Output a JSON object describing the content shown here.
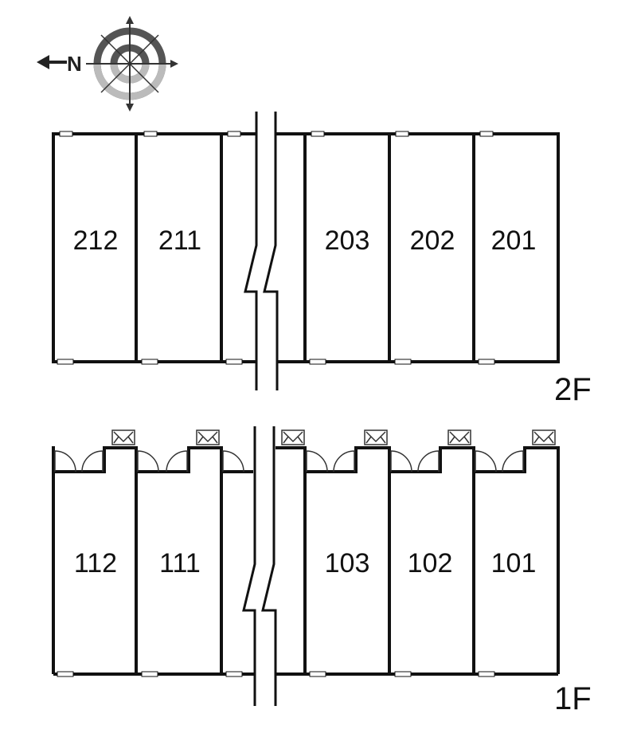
{
  "compass": {
    "north_letter": "N",
    "icon": "compass-rose-icon"
  },
  "floors": [
    {
      "label": "2F",
      "units": [
        "212",
        "211",
        "203",
        "202",
        "201"
      ]
    },
    {
      "label": "1F",
      "units": [
        "112",
        "111",
        "103",
        "102",
        "101"
      ]
    }
  ],
  "colors": {
    "line": "#111111",
    "compass_dark": "#555555",
    "compass_light": "#bbbbbb"
  }
}
